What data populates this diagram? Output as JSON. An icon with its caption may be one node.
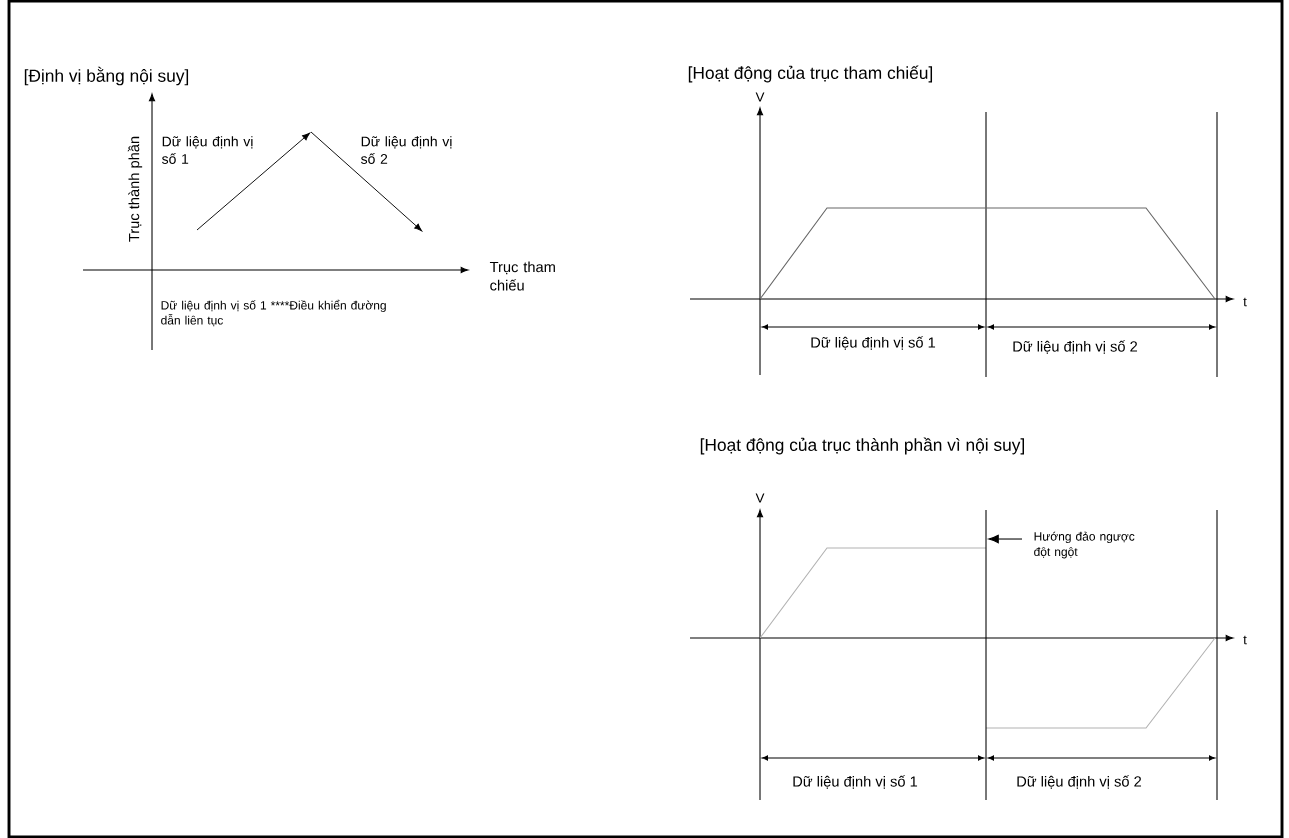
{
  "diagram": {
    "nodes": [
      {
        "text": [
          "Hướng đảo ngược đột ngột"
        ]
      },
      {
        "text": [],
        "shape": "line"
      }
    ],
    "edges": [
      {
        "from": 0,
        "to": 1,
        "arrow": "to"
      }
    ],
    "labels": [
      "[Định vị bằng nội suy]",
      "Trục thành phần",
      "Dữ liệu định vị số 1",
      "Dữ liệu định vị số 2",
      "Trục tham chiếu",
      "Dữ liệu định vị số 1 ****Điều khiển đường dẫn liên tục",
      "[Hoạt động của trục tham chiếu]",
      "V",
      "t",
      "Dữ liệu định vị số 1",
      "Dữ liệu định vị số 2",
      "[Hoạt động của trục thành phần vì nội suy]",
      "V",
      "t",
      "Dữ liệu định vị số 1",
      "Dữ liệu định vị số 2"
    ]
  }
}
